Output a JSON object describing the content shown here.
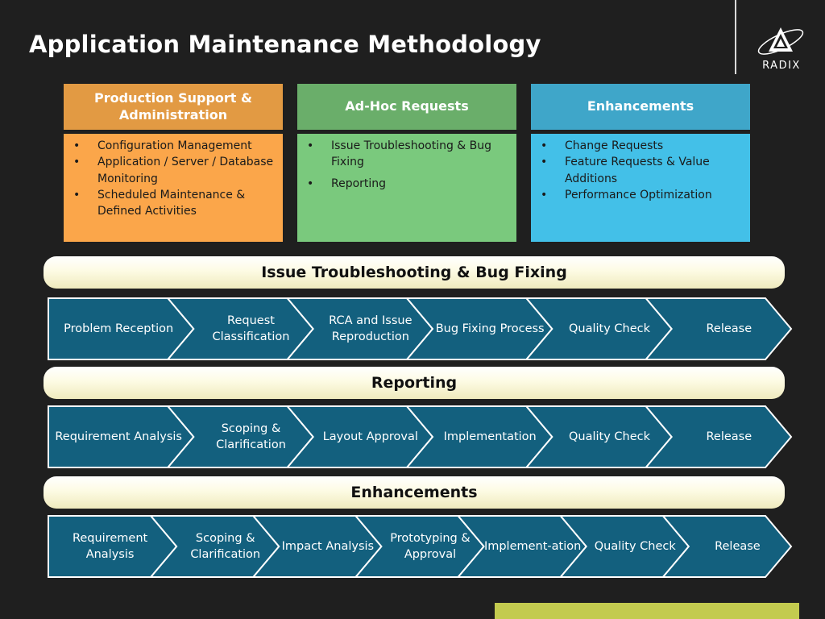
{
  "title": "Application Maintenance Methodology",
  "logo": {
    "text": "RADIX"
  },
  "columns": [
    {
      "heading": "Production Support & Administration",
      "head_color": "#e29a43",
      "body_color": "#fba64a",
      "items": [
        "Configuration Management",
        "Application / Server / Database Monitoring",
        "Scheduled Maintenance & Defined Activities"
      ]
    },
    {
      "heading": "Ad-Hoc Requests",
      "head_color": "#6aae6a",
      "body_color": "#7ac97d",
      "items": [
        "Issue Troubleshooting & Bug Fixing",
        "Reporting"
      ]
    },
    {
      "heading": "Enhancements",
      "head_color": "#3fa6c9",
      "body_color": "#43c0e8",
      "items": [
        "Change Requests",
        "Feature Requests & Value Additions",
        "Performance Optimization"
      ]
    }
  ],
  "flows": [
    {
      "heading": "Issue Troubleshooting & Bug Fixing",
      "steps": [
        "Problem Reception",
        "Request Classification",
        "RCA and Issue Reproduction",
        "Bug Fixing Process",
        "Quality Check",
        "Release"
      ]
    },
    {
      "heading": "Reporting",
      "steps": [
        "Requirement Analysis",
        "Scoping & Clarification",
        "Layout Approval",
        "Implementation",
        "Quality Check",
        "Release"
      ]
    },
    {
      "heading": "Enhancements",
      "steps": [
        "Requirement Analysis",
        "Scoping & Clarification",
        "Impact Analysis",
        "Prototyping & Approval",
        "Implement-ation",
        "Quality Check",
        "Release"
      ]
    }
  ],
  "colors": {
    "chevron_fill": "#13607e",
    "chevron_stroke": "#ffffff",
    "accent_bar": "#c3cb4f"
  }
}
